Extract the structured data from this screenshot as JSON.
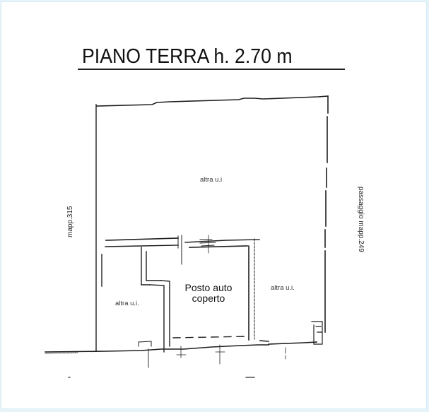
{
  "drawing": {
    "title": "PIANO  TERRA h. 2.70 m",
    "floor_name": "PIANO TERRA",
    "ceiling_height": "h. 2.70 m"
  },
  "rooms": {
    "top_main": "altra u.i",
    "left_lower": "altra u.i.",
    "right_lower": "altra u.i.",
    "parking_line1": "Posto auto",
    "parking_line2": "coperto"
  },
  "boundaries": {
    "left": "mapp.315",
    "right": "passaggio mapp.249"
  },
  "colors": {
    "background_frame": "#e6f4fa",
    "sheet": "#ffffff",
    "ink": "#1a1a1a"
  }
}
